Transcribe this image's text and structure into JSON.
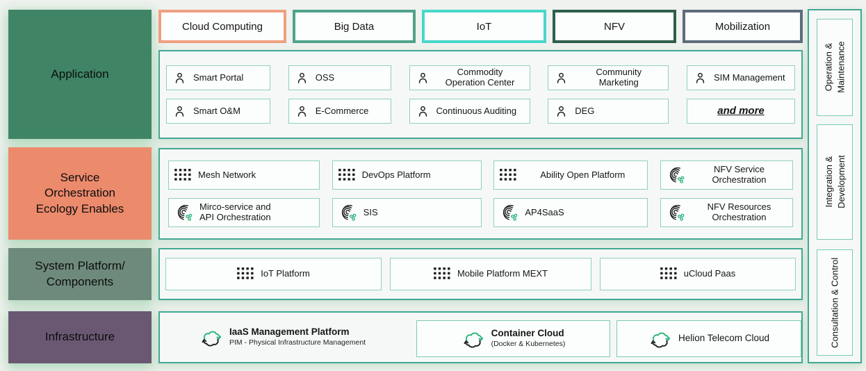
{
  "colors": {
    "background": "#f0f2ef",
    "layer_application": "#3f8565",
    "layer_service_orchestration": "#ec8a6c",
    "layer_system_platform": "#6e8a7c",
    "layer_infrastructure": "#6a5873",
    "tab_cloud_computing_border": "#efa081",
    "tab_big_data_border": "#4fa38c",
    "tab_iot_border": "#48d7ca",
    "tab_nfv_border": "#2d5f4b",
    "tab_mobilization_border": "#5d6c7b",
    "section_border": "#43a794",
    "item_border": "#8fd0bf",
    "accent_green": "#2eb57d"
  },
  "layers": [
    {
      "label": "Application"
    },
    {
      "label": "Service\nOrchestration\nEcology Enables"
    },
    {
      "label": "System Platform/\nComponents"
    },
    {
      "label": "Infrastructure"
    }
  ],
  "tabs": [
    {
      "label": "Cloud Computing"
    },
    {
      "label": "Big Data"
    },
    {
      "label": "IoT"
    },
    {
      "label": "NFV"
    },
    {
      "label": "Mobilization"
    }
  ],
  "application": {
    "items": [
      {
        "label": "Smart Portal",
        "icon": "user-icon"
      },
      {
        "label": "OSS",
        "icon": "user-icon"
      },
      {
        "label": "Commodity\nOperation Center",
        "icon": "user-icon"
      },
      {
        "label": "Community\nMarketing",
        "icon": "user-icon"
      },
      {
        "label": "SIM Management",
        "icon": "user-icon"
      },
      {
        "label": "Smart O&M",
        "icon": "user-icon"
      },
      {
        "label": "E-Commerce",
        "icon": "user-icon"
      },
      {
        "label": "Continuous Auditing",
        "icon": "user-icon"
      },
      {
        "label": "DEG",
        "icon": "user-icon"
      },
      {
        "label": "and more",
        "icon": "none"
      }
    ]
  },
  "service_orchestration": {
    "items": [
      {
        "label": "Mesh Network",
        "icon": "grid-icon"
      },
      {
        "label": "DevOps Platform",
        "icon": "grid-icon"
      },
      {
        "label": "Ability Open Platform",
        "icon": "grid-icon"
      },
      {
        "label": "NFV Service\nOrchestration",
        "icon": "orchestration-swirl-icon"
      },
      {
        "label": "Mirco-service and\nAPI Orchestration",
        "icon": "orchestration-swirl-icon"
      },
      {
        "label": "SIS",
        "icon": "orchestration-swirl-icon"
      },
      {
        "label": "AP4SaaS",
        "icon": "orchestration-swirl-icon"
      },
      {
        "label": "NFV Resources\nOrchestration",
        "icon": "orchestration-swirl-icon"
      }
    ]
  },
  "system_platform": {
    "items": [
      {
        "label": "IoT Platform",
        "icon": "grid-icon"
      },
      {
        "label": "Mobile Platform MEXT",
        "icon": "grid-icon"
      },
      {
        "label": "uCloud Paas",
        "icon": "grid-icon"
      }
    ]
  },
  "infrastructure": {
    "items": [
      {
        "title": "IaaS Management Platform",
        "subtitle": "PIM - Physical Infrastructure Management",
        "icon": "cloud-sync-icon"
      },
      {
        "title": "Container Cloud",
        "subtitle": "(Docker & Kubernetes)",
        "icon": "cloud-sync-icon"
      },
      {
        "title": "Helion Telecom Cloud",
        "icon": "cloud-sync-icon"
      }
    ]
  },
  "sidebar": {
    "items": [
      {
        "line1": "Operation &",
        "line2": "Maintenance"
      },
      {
        "line1": "Integration &",
        "line2": "Development"
      },
      {
        "line1": "Consultation & Control"
      }
    ]
  }
}
